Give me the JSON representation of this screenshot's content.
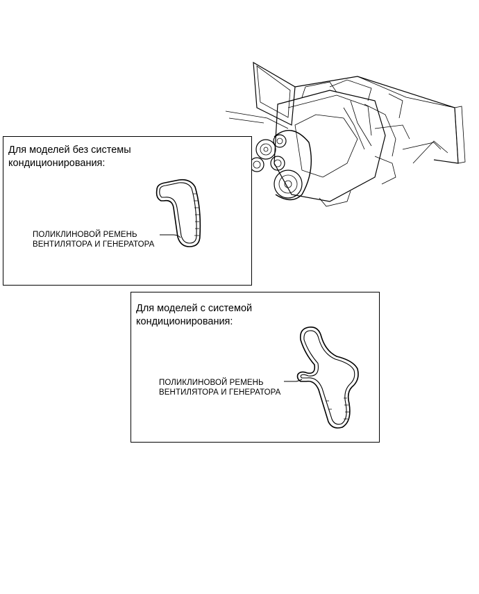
{
  "panel_no_ac": {
    "heading": "Для моделей без системы\nкондиционирования:",
    "callout": "ПОЛИКЛИНОВОЙ РЕМЕНЬ\nВЕНТИЛЯТОРА И ГЕНЕРАТОРА"
  },
  "panel_with_ac": {
    "heading": "Для моделей с системой\nкондиционирования:",
    "callout": "ПОЛИКЛИНОВОЙ РЕМЕНЬ\nВЕНТИЛЯТОРА И ГЕНЕРАТОРА"
  }
}
